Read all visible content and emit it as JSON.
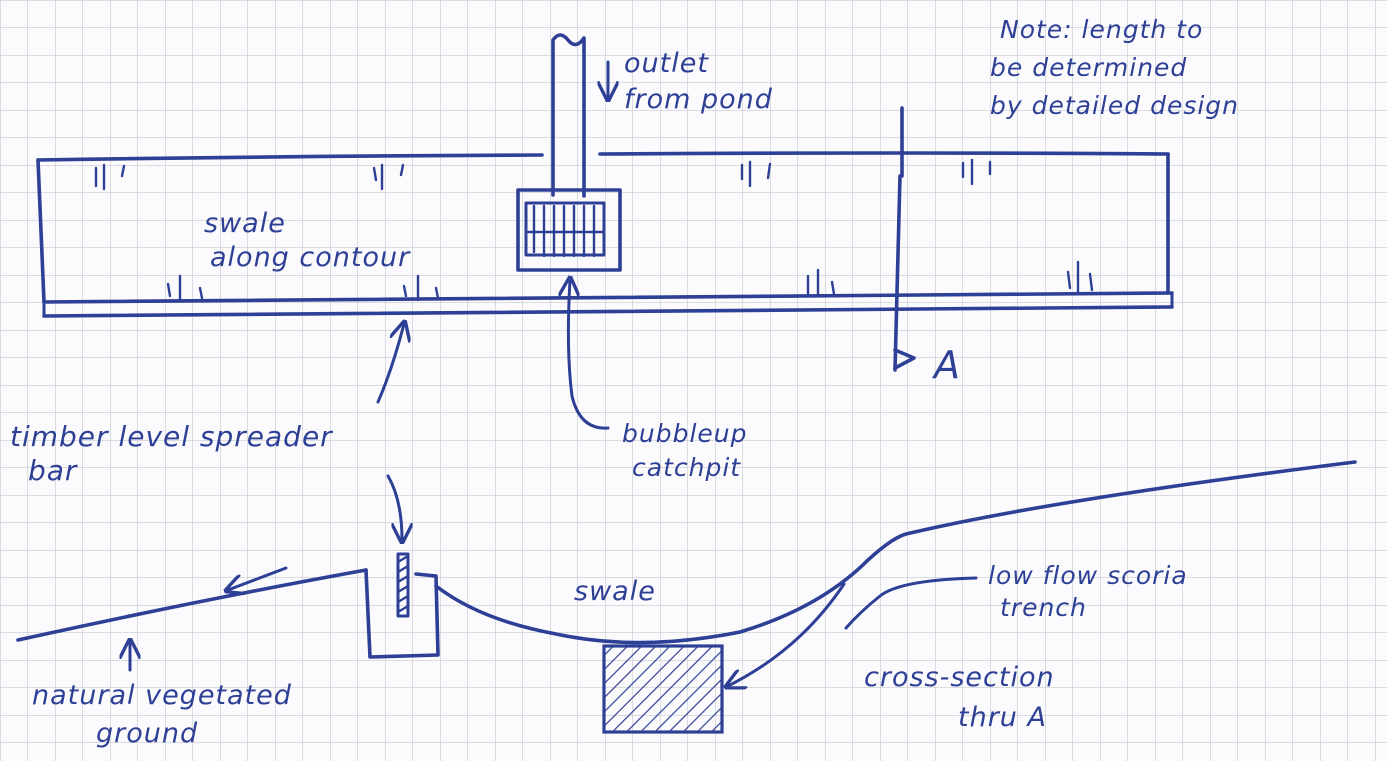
{
  "diagram": {
    "note_lines": [
      "Note: length to",
      "be determined",
      "by detailed design"
    ],
    "outlet_lines": [
      "outlet",
      "from pond"
    ],
    "swale_plan_lines": [
      "swale",
      "along contour"
    ],
    "section_marker": "A",
    "spreader_lines": [
      "timber level spreader",
      "bar"
    ],
    "catchpit_lines": [
      "bubbleup",
      "catchpit"
    ],
    "swale_section_label": "swale",
    "scoria_lines": [
      "low flow scoria",
      "trench"
    ],
    "ground_lines": [
      "natural vegetated",
      "ground"
    ],
    "cross_section_lines": [
      "cross-section",
      "thru A"
    ],
    "colors": {
      "ink": "#2e3f96",
      "grid": "#b9bcc4",
      "paper": "#fbfbfd"
    }
  }
}
